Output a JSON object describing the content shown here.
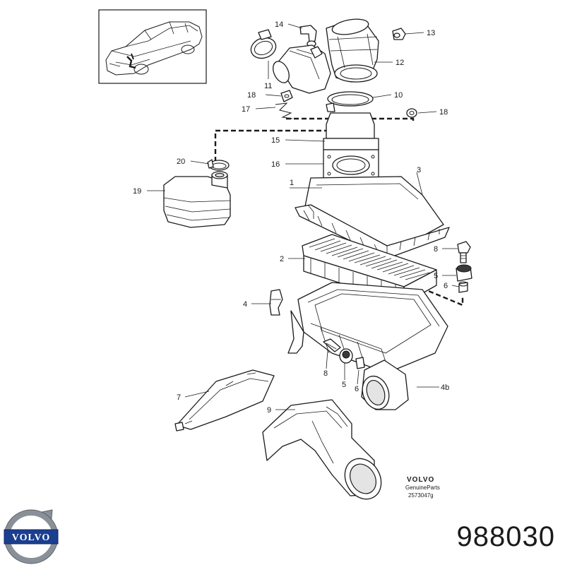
{
  "diagram": {
    "callouts": [
      "14",
      "13",
      "12",
      "11",
      "18",
      "10",
      "17",
      "18",
      "15",
      "16",
      "3",
      "20",
      "1",
      "19",
      "2",
      "8",
      "5",
      "6",
      "4",
      "8",
      "5",
      "6",
      "4b",
      "7",
      "9"
    ],
    "brand_block": {
      "brand": "VOLVO",
      "line1": "GenuineParts",
      "line2": "2573047g"
    },
    "logo_text": "VOLVO"
  },
  "part_number": "988030",
  "colors": {
    "ink": "#1a1a1a",
    "paper": "#ffffff",
    "logo_blue": "#1b3f8f",
    "logo_steel": "#8a9098"
  }
}
